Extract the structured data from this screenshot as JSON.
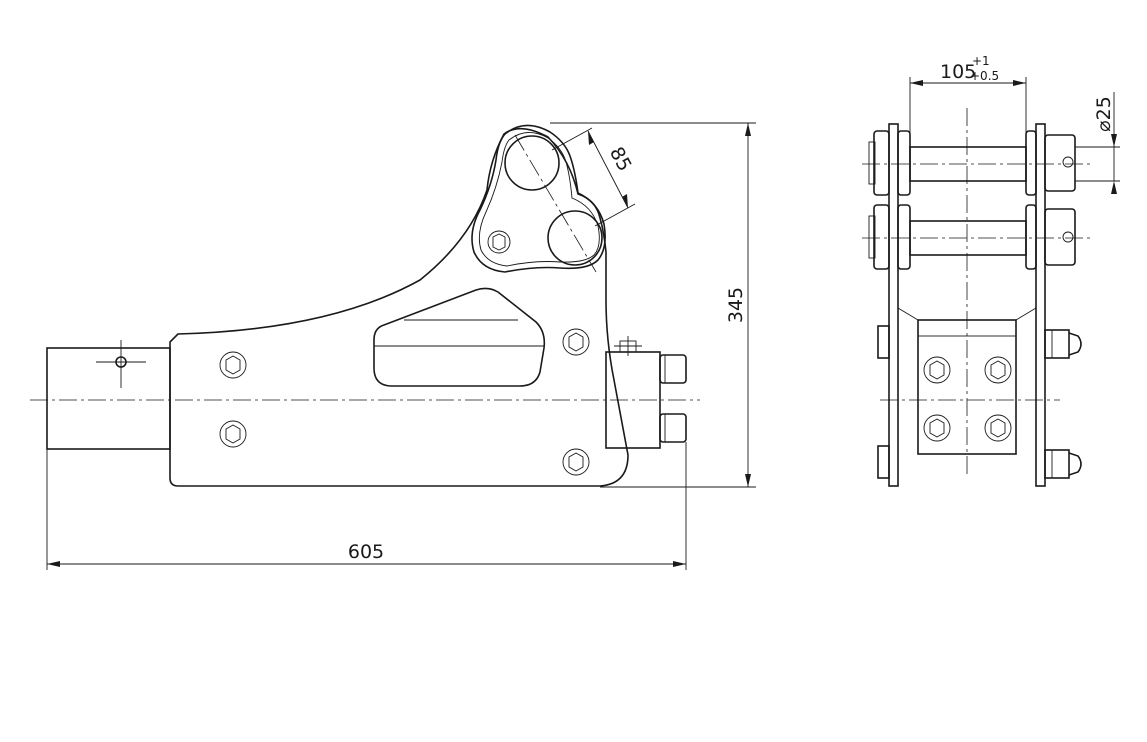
{
  "dimensions": {
    "overall_length": "605",
    "overall_height": "345",
    "pin_spacing": "85",
    "pin_width_base": "105",
    "pin_width_tol_upper": "+1",
    "pin_width_tol_lower": "+0.5",
    "pin_diameter": "⌀25"
  },
  "colors": {
    "line": "#1a1a1a",
    "background": "#ffffff"
  }
}
